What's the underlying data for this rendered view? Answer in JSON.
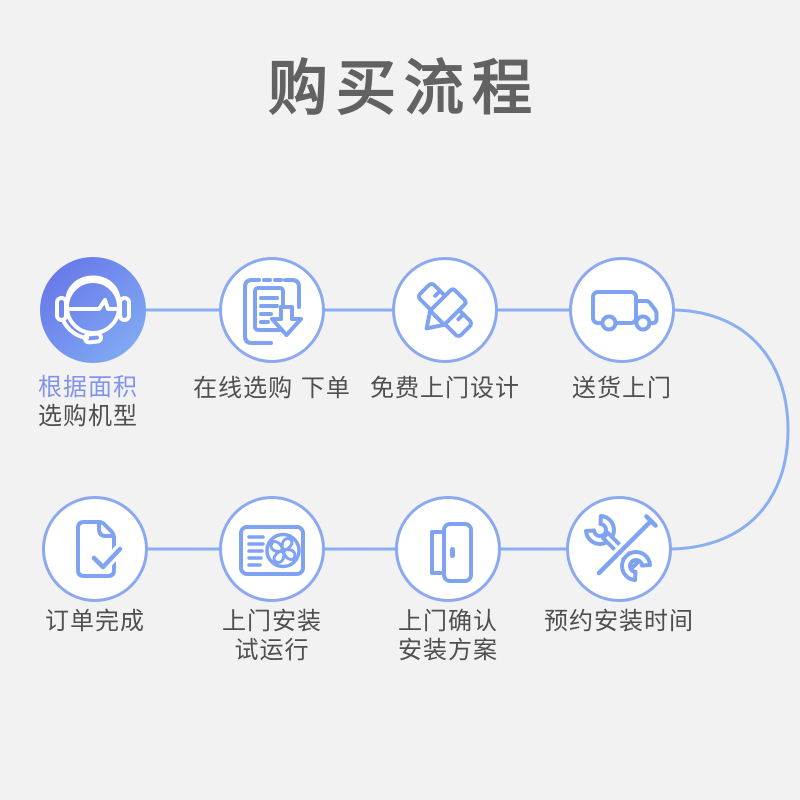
{
  "page": {
    "background_color": "#f2f2f3",
    "title": "购买流程",
    "title_color": "#626262"
  },
  "flow": {
    "line_color": "#8aaef2",
    "ring_color": "#8ca9f0",
    "icon_color": "#7fa3f0",
    "active_icon_color": "#ffffff",
    "active_fill_gradient": [
      "#6471e8",
      "#84b1f4"
    ],
    "label_color": "#4f4f4f",
    "highlight_label_color": "#8393e9",
    "steps": [
      {
        "icon": "headset-agent-icon",
        "line1": "根据面积",
        "line2": "选购机型",
        "highlighted": true
      },
      {
        "icon": "order-form-icon",
        "line1": "在线选购 下单"
      },
      {
        "icon": "ruler-pencil-icon",
        "line1": "免费上门设计"
      },
      {
        "icon": "delivery-truck-icon",
        "line1": "送货上门"
      },
      {
        "icon": "wrench-screwdriver-icon",
        "line1": "预约安装时间"
      },
      {
        "icon": "door-icon",
        "line1": "上门确认",
        "line2": "安装方案"
      },
      {
        "icon": "ac-unit-fan-icon",
        "line1": "上门安装",
        "line2": "试运行"
      },
      {
        "icon": "document-check-icon",
        "line1": "订单完成"
      }
    ]
  }
}
